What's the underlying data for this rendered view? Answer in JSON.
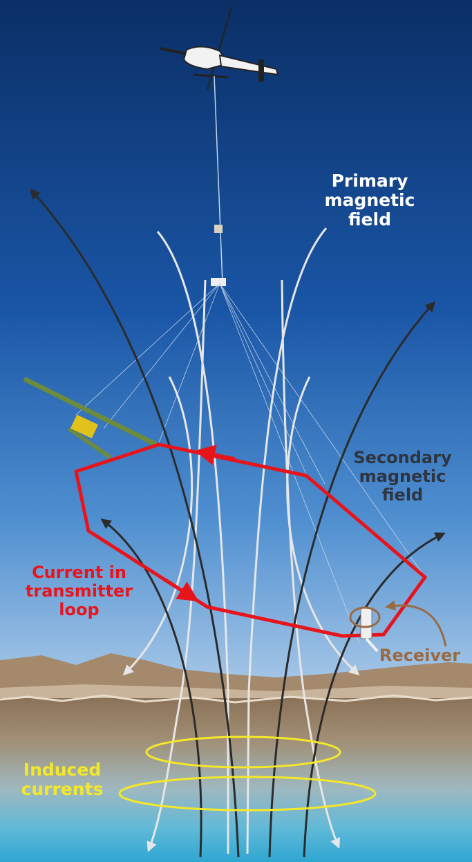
{
  "labels": {
    "primary_field": "Primary\nmagnetic\nfield",
    "secondary_field": "Secondary\nmagnetic\nfield",
    "current_loop": "Current in\ntransmitter\nloop",
    "receiver": "Receiver",
    "induced": "Induced\ncurrents"
  },
  "colors": {
    "loop": "#e8141c",
    "primary_field": "#e6e6e6",
    "secondary_field": "#2b2b2b",
    "receiver": "#9a6a43",
    "induced": "#f5e829",
    "label_dark": "#2f3540",
    "label_white": "#ffffff"
  },
  "icons": [
    "helicopter-icon",
    "receiver-coil-icon"
  ]
}
